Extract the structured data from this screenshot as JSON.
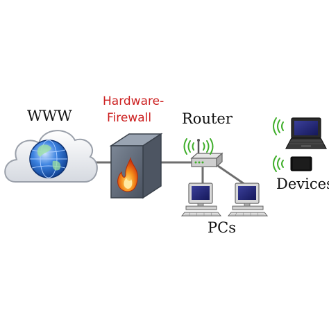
{
  "labels": {
    "www": "WWW",
    "firewall_line1": "Hardware-",
    "firewall_line2": "Firewall",
    "router": "Router",
    "pcs": "PCs",
    "devices": "Devices"
  },
  "colors": {
    "firewall_label": "#cc1f1f",
    "cable": "#6e6e6e",
    "wifi_waves": "#3fae2a",
    "cloud_fill": "#e8eaee",
    "globe": "#2f6fd0",
    "firewall_box": "#5a6472",
    "flame": "#f07a16"
  },
  "icons": {
    "internet": "cloud-globe-icon",
    "firewall": "firewall-flame-icon",
    "router": "router-icon",
    "pc": "desktop-pc-icon",
    "laptop": "laptop-icon",
    "phone": "smartphone-icon",
    "wifi": "wifi-waves-icon"
  }
}
